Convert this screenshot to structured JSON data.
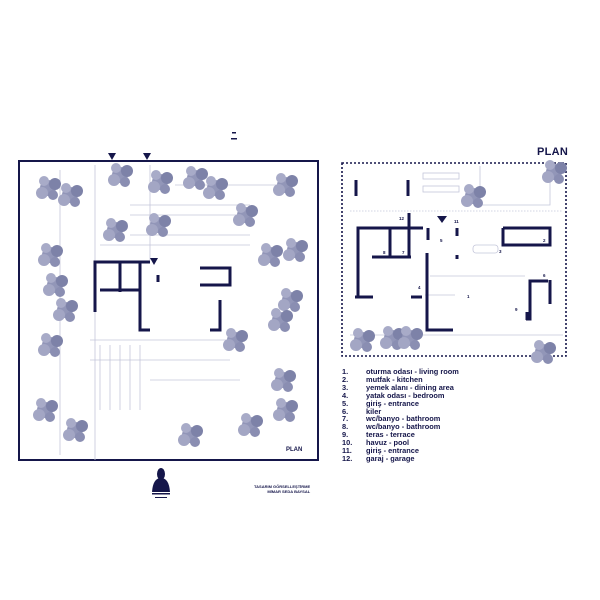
{
  "plan_title": "PLAN",
  "site_plan_title": "PLAN",
  "credits": {
    "line1": "TASARIM GÖRSELLEŞTİRME",
    "line2": "MİMAR SEDA BAYSAL"
  },
  "room_labels": {
    "r1": "1",
    "r2": "2",
    "r3": "3",
    "r4": "4",
    "r5": "5",
    "r6": "6",
    "r7": "7",
    "r8": "8",
    "r9": "9",
    "r11": "11",
    "r12": "12"
  },
  "legend": [
    {
      "num": "1.",
      "text": "oturma odası - living room"
    },
    {
      "num": "2.",
      "text": "mutfak - kitchen"
    },
    {
      "num": "3.",
      "text": "yemek alanı - dining area"
    },
    {
      "num": "4.",
      "text": "yatak odası - bedroom"
    },
    {
      "num": "5.",
      "text": "giriş - entrance"
    },
    {
      "num": "6.",
      "text": "kiler"
    },
    {
      "num": "7.",
      "text": "wc/banyo - bathroom"
    },
    {
      "num": "8.",
      "text": "wc/banyo - bathroom"
    },
    {
      "num": "9.",
      "text": "teras - terrace"
    },
    {
      "num": "10.",
      "text": "havuz - pool"
    },
    {
      "num": "11.",
      "text": "giriş - entrance"
    },
    {
      "num": "12.",
      "text": "garaj - garage"
    }
  ],
  "colors": {
    "ink": "#15164a",
    "tree": "#8c90b4",
    "thin": "#b9bcd4"
  }
}
